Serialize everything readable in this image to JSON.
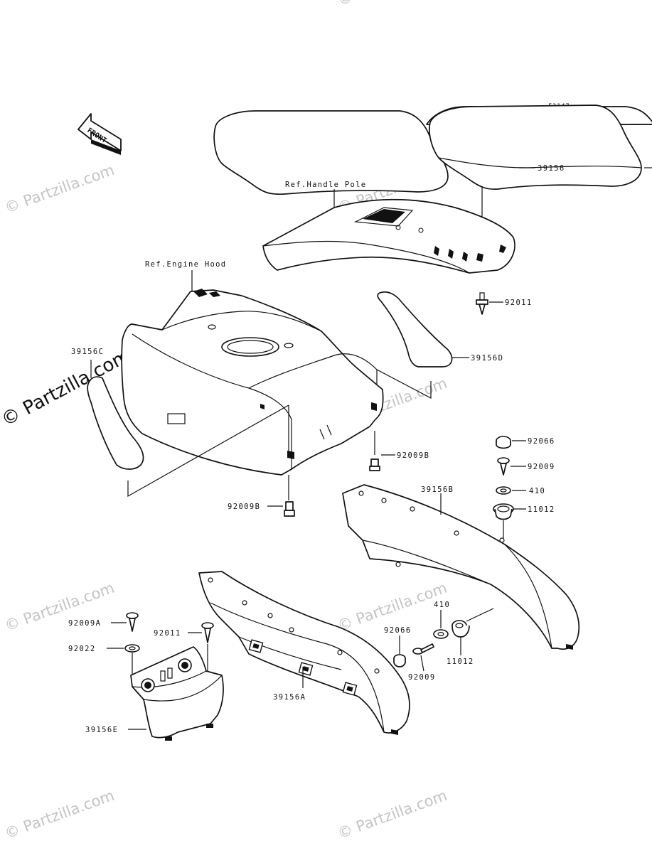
{
  "figure_code": "F3147",
  "front_arrow_label": "FRONT",
  "watermark_text": "© Partzilla.com",
  "reference_labels": {
    "handle_pole": "Ref.Handle Pole",
    "engine_hood": "Ref.Engine Hood"
  },
  "callouts": {
    "c39156": "39156",
    "c92011_top": "92011",
    "c39156C": "39156C",
    "c39156D": "39156D",
    "c92009B_right": "92009B",
    "c92009B_left": "92009B",
    "c92066_top": "92066",
    "c92009_top": "92009",
    "c410_top": "410",
    "c11012_top": "11012",
    "c39156B": "39156B",
    "c410_bottom": "410",
    "c92066_bottom": "92066",
    "c11012_bottom": "11012",
    "c92009_bottom": "92009",
    "c92009A": "92009A",
    "c92011_bottom": "92011",
    "c92022": "92022",
    "c39156A": "39156A",
    "c39156E": "39156E"
  }
}
